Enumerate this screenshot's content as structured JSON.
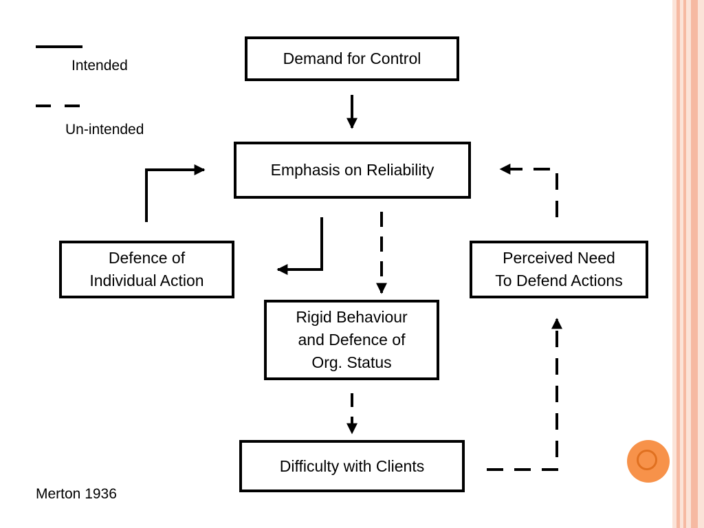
{
  "legend": {
    "intended_label": "Intended",
    "unintended_label": "Un-intended"
  },
  "boxes": {
    "demand": "Demand for Control",
    "emphasis": "Emphasis on Reliability",
    "defence_individual": "Defence of\nIndividual Action",
    "perceived_need": "Perceived Need\nTo Defend Actions",
    "rigid": "Rigid Behaviour\nand Defence of\nOrg. Status",
    "difficulty": "Difficulty with Clients"
  },
  "citation": "Merton 1936",
  "colors": {
    "accent_orange": "#f7924a",
    "accent_ring": "#e07020",
    "stripe_light": "#fbe3d8",
    "stripe_mid": "#f6b9a2",
    "line": "#000000"
  },
  "decor": {
    "nav_icon": "circle-nav-icon"
  }
}
